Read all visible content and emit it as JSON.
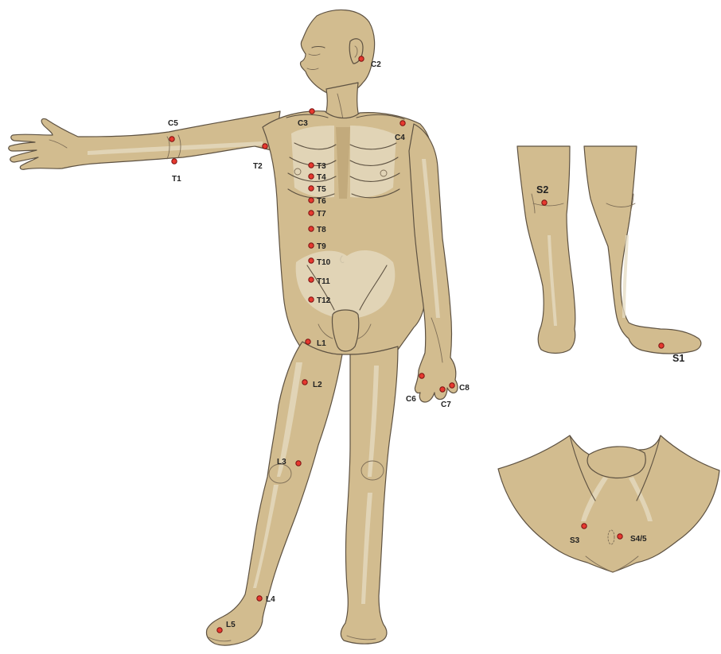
{
  "colors": {
    "skin": "#d2bc8f",
    "outline": "#5e5242",
    "bone": "#e6dcc3",
    "keypoint": "#e6392f",
    "label": "#222222"
  },
  "keypoints": [
    {
      "id": "C2",
      "label": "C2"
    },
    {
      "id": "C3",
      "label": "C3"
    },
    {
      "id": "C4",
      "label": "C4"
    },
    {
      "id": "C5",
      "label": "C5"
    },
    {
      "id": "C6",
      "label": "C6"
    },
    {
      "id": "C7",
      "label": "C7"
    },
    {
      "id": "C8",
      "label": "C8"
    },
    {
      "id": "T1",
      "label": "T1"
    },
    {
      "id": "T2",
      "label": "T2"
    },
    {
      "id": "T3",
      "label": "T3"
    },
    {
      "id": "T4",
      "label": "T4"
    },
    {
      "id": "T5",
      "label": "T5"
    },
    {
      "id": "T6",
      "label": "T6"
    },
    {
      "id": "T7",
      "label": "T7"
    },
    {
      "id": "T8",
      "label": "T8"
    },
    {
      "id": "T9",
      "label": "T9"
    },
    {
      "id": "T10",
      "label": "T10"
    },
    {
      "id": "T11",
      "label": "T11"
    },
    {
      "id": "T12",
      "label": "T12"
    },
    {
      "id": "L1",
      "label": "L1"
    },
    {
      "id": "L2",
      "label": "L2"
    },
    {
      "id": "L3",
      "label": "L3"
    },
    {
      "id": "L4",
      "label": "L4"
    },
    {
      "id": "L5",
      "label": "L5"
    },
    {
      "id": "S1",
      "label": "S1"
    },
    {
      "id": "S2",
      "label": "S2"
    },
    {
      "id": "S3",
      "label": "S3"
    },
    {
      "id": "S45",
      "label": "S4/5"
    }
  ]
}
